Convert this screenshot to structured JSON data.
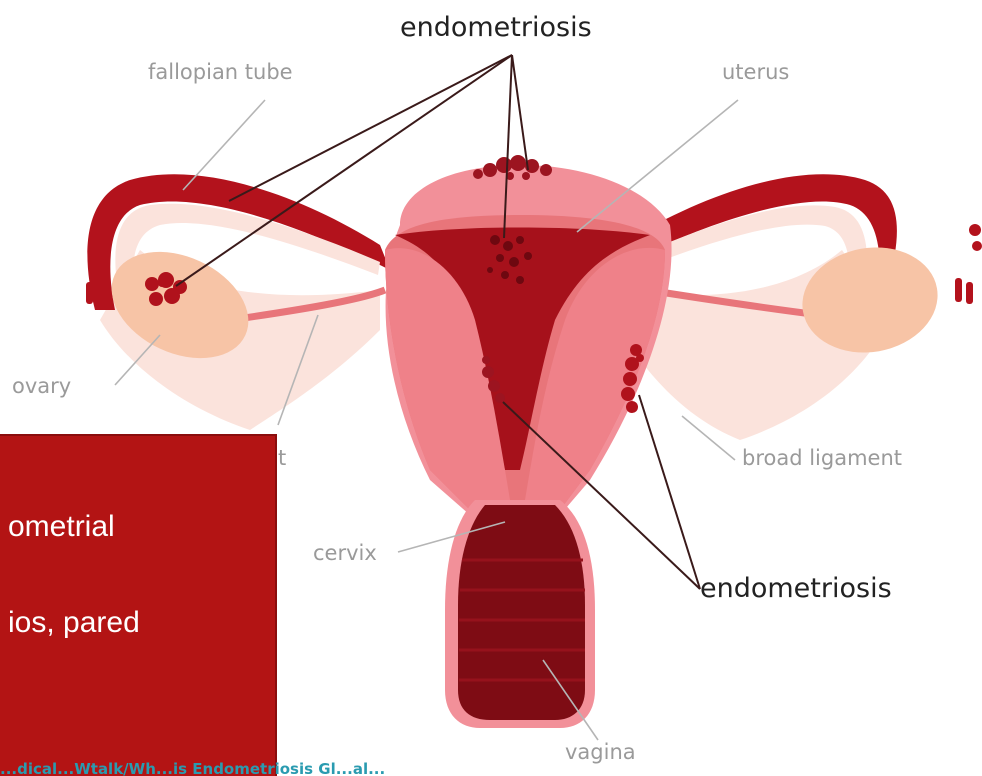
{
  "labels": {
    "endometriosis_top": "endometriosis",
    "fallopian_tube": "fallopian tube",
    "uterus": "uterus",
    "ovary": "ovary",
    "broad_ligament": "broad ligament",
    "cervix": "cervix",
    "endometriosis_right": "endometriosis",
    "vagina": "vagina",
    "partial_t": "t"
  },
  "overlay": {
    "line1": "ometrial",
    "line2": "ios, pared"
  },
  "caption": {
    "partial": "...dical...Wtalk/Wh...is Endometriosis Gl...al..."
  },
  "colors": {
    "overlay_bg": "#b31414",
    "caption_color": "#2a9bb0",
    "uterus_outer": "#e8757a",
    "uterus_inner": "#a6111b",
    "lesion": "#9c1420",
    "ovary": "#f7c4a6",
    "ligament": "#fbe3dc"
  }
}
